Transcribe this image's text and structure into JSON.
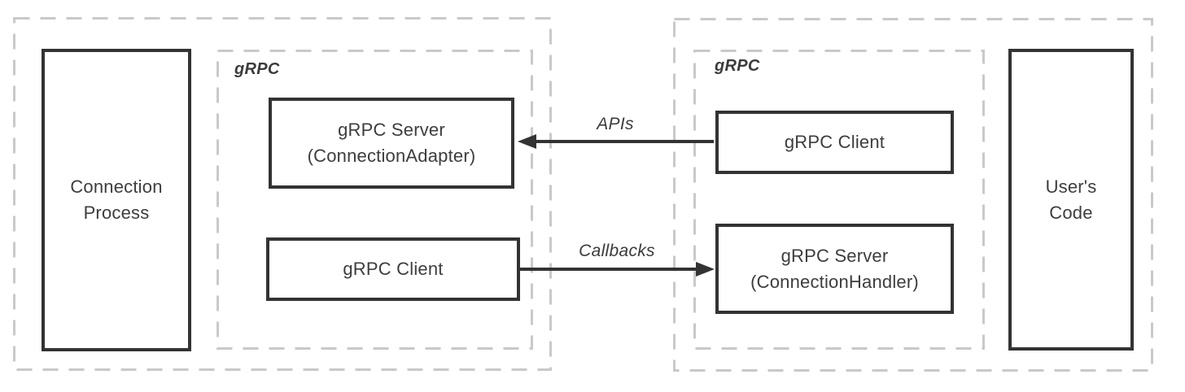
{
  "diagram": {
    "type": "architecture-diagram",
    "colors": {
      "solid_line": "#333333",
      "dashed_line": "#c9c9c9",
      "text": "#3d3d3d",
      "background": "#ffffff"
    },
    "left_group": {
      "process_box_label": "Connection\nProcess",
      "grpc_container_label": "gRPC",
      "server_box_label": "gRPC Server\n(ConnectionAdapter)",
      "client_box_label": "gRPC Client"
    },
    "right_group": {
      "grpc_container_label": "gRPC",
      "client_box_label": "gRPC Client",
      "server_box_label": "gRPC Server\n(ConnectionHandler)",
      "user_code_box_label": "User's\nCode"
    },
    "arrows": {
      "apis": {
        "label": "APIs",
        "direction": "left",
        "from": "right gRPC Client",
        "to": "gRPC Server (ConnectionAdapter)"
      },
      "callbacks": {
        "label": "Callbacks",
        "direction": "right",
        "from": "left gRPC Client",
        "to": "gRPC Server (ConnectionHandler)"
      }
    }
  }
}
